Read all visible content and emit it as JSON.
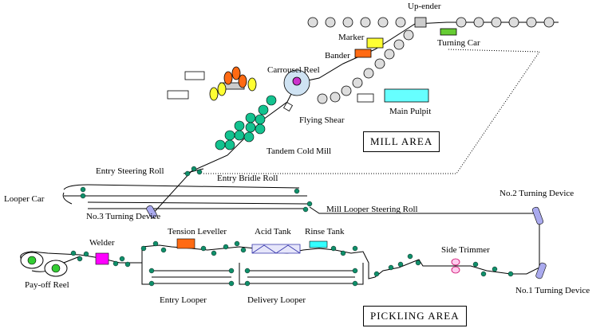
{
  "labels": {
    "up_ender": "Up-ender",
    "marker": "Marker",
    "turning_car": "Turning Car",
    "bander": "Bander",
    "carrousel_reel": "Carrousel Reel",
    "main_pulpit": "Main Pulpit",
    "flying_shear": "Flying Shear",
    "tandem_cold_mill": "Tandem Cold Mill",
    "entry_steering_roll": "Entry Steering Roll",
    "entry_bridle_roll": "Entry Bridle Roll",
    "looper_car": "Looper Car",
    "no3_turning_device": "No.3 Turning Device",
    "mill_looper_steering_roll": "Mill Looper Steering Roll",
    "no2_turning_device": "No.2 Turning Device",
    "welder": "Welder",
    "tension_leveller": "Tension Leveller",
    "acid_tank": "Acid Tank",
    "rinse_tank": "Rinse Tank",
    "side_trimmer": "Side Trimmer",
    "payoff_reel": "Pay-off Reel",
    "entry_looper": "Entry Looper",
    "delivery_looper": "Delivery Looper",
    "no1_turning_device": "No.1 Turning Device"
  },
  "areas": {
    "mill": "MILL  AREA",
    "pickling": "PICKLING  AREA"
  },
  "colors": {
    "roll_green": "#0f8f6a",
    "stand_green": "#13c28f",
    "welder_magenta": "#ff00ff",
    "tension_orange": "#ff6a13",
    "rinse_cyan": "#33ffff",
    "pulpit_cyan": "#66ffff",
    "marker_yellow": "#ffff33",
    "bander_orange": "#ff6a13",
    "turning_car_green": "#66cc33",
    "reel_magenta": "#cc33cc",
    "acid_blue": "#3333aa",
    "device_lavender": "#aaaaee"
  }
}
